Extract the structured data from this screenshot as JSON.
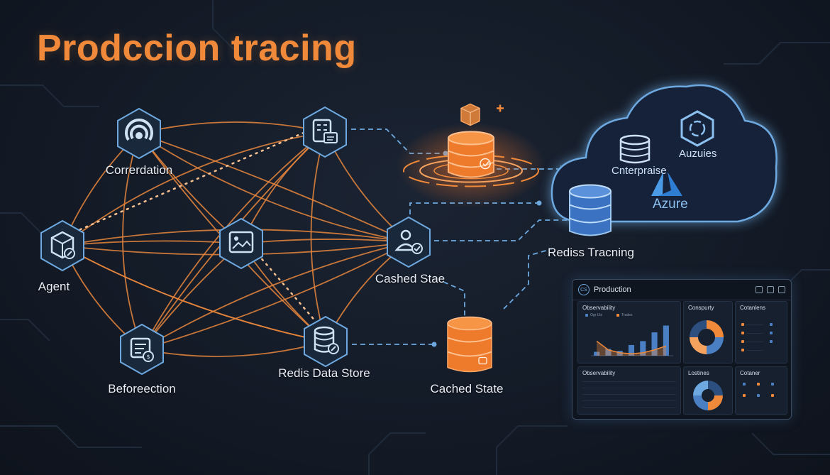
{
  "title": "Prodccion tracing",
  "nodes": {
    "correlation": "Correrdation",
    "agent": "Agent",
    "before": "Beforeection",
    "redis_store": "Redis Data Store",
    "cached_hub": "Cashed Stae",
    "cached_state": "Cached State",
    "redis_tracing": "Rediss Tracning"
  },
  "cloud": {
    "enterprise": "Cnterpraise",
    "azuzies": "Auzuies",
    "azure": "Azure"
  },
  "dashboard": {
    "title": "Production",
    "logo": "CS",
    "panels": {
      "observability_top": "Observability",
      "compurty": "Conspurty",
      "containers": "Cotanlens",
      "observability_bottom": "Observability",
      "lostines": "Lostines",
      "container": "Cotaner"
    },
    "legend": [
      "Ogr Uis",
      "Trades"
    ]
  },
  "chart_data": {
    "type": "bar",
    "values": [
      8,
      14,
      10,
      22,
      30,
      48,
      62
    ],
    "line": [
      30,
      12,
      6,
      4,
      6,
      12,
      20
    ],
    "ylim": [
      0,
      70
    ]
  },
  "colors": {
    "accent": "#f08a3a",
    "blue": "#4a7fc4",
    "node_edge": "#6da9e0"
  }
}
